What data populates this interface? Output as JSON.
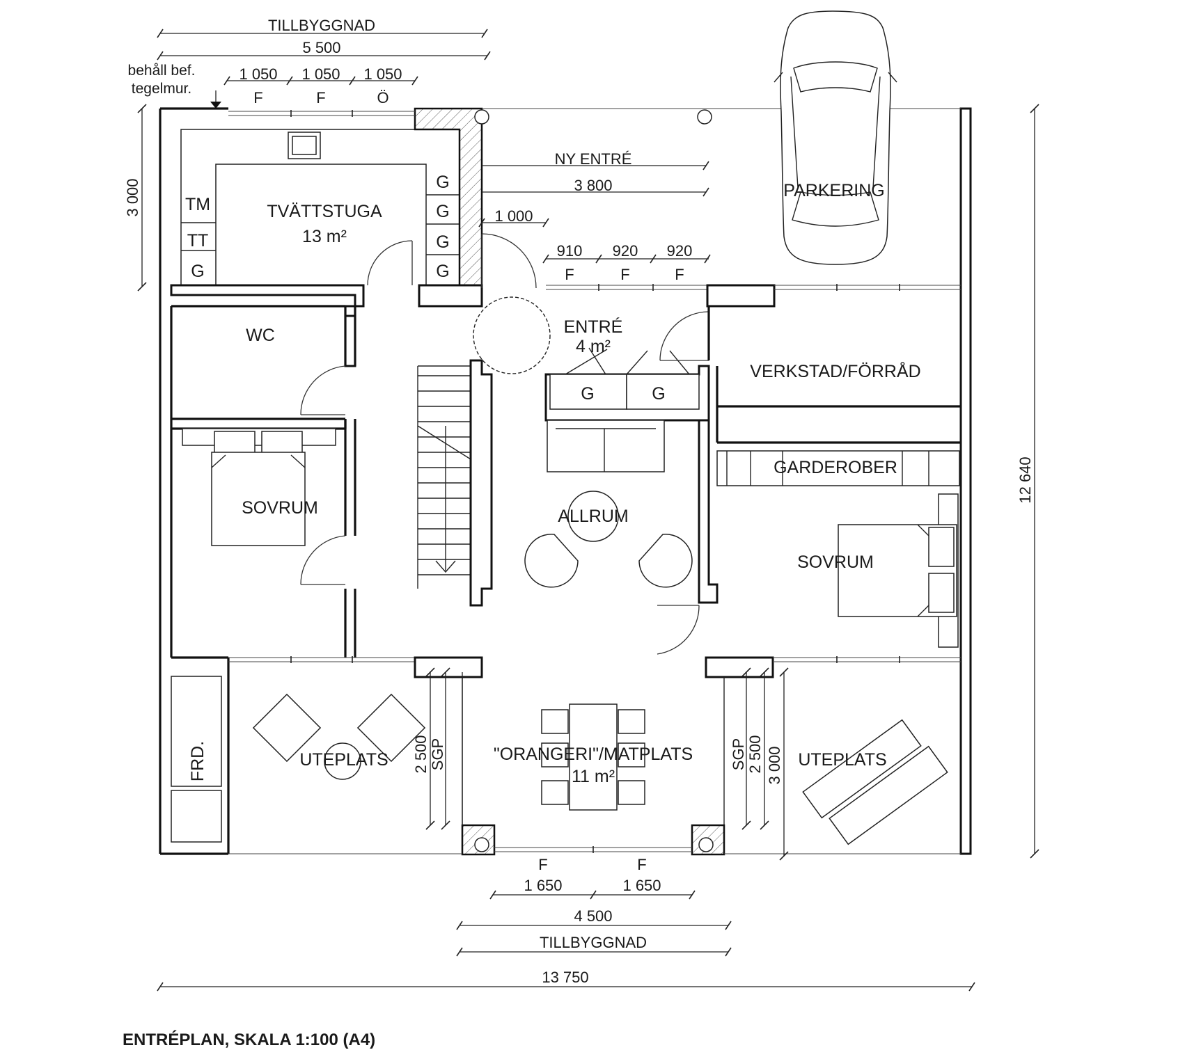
{
  "title": "ENTRÉPLAN, SKALA 1:100 (A4)",
  "rooms": {
    "tvattstuga": "TVÄTTSTUGA",
    "tvattstuga_area": "13 m²",
    "wc": "WC",
    "sovrum_left": "SOVRUM",
    "sovrum_right": "SOVRUM",
    "entre": "ENTRÉ",
    "entre_area": "4 m²",
    "allrum": "ALLRUM",
    "verkstad": "VERKSTAD/FÖRRÅD",
    "garderober": "GARDEROBER",
    "orangeri": "\"ORANGERI\"/MATPLATS",
    "orangeri_area": "11 m²",
    "uteplats_left": "UTEPLATS",
    "uteplats_right": "UTEPLATS",
    "parkering": "PARKERING",
    "frd": "FRD."
  },
  "appliances": {
    "tm": "TM",
    "tt": "TT",
    "g": "G"
  },
  "dimensions": {
    "tillbyggnad_top": "TILLBYGGNAD",
    "top_total": "5 500",
    "top_seg1": "1 050",
    "top_seg2": "1 050",
    "top_seg3": "1 050",
    "top_win1": "F",
    "top_win2": "F",
    "top_win3": "Ö",
    "note_line1": "behåll bef.",
    "note_line2": "tegelmur.",
    "left_vertical": "3 000",
    "ny_entre": "NY ENTRÉ",
    "ny_entre_length": "3 800",
    "entre_offset": "1 000",
    "mid_seg1": "910",
    "mid_seg2": "920",
    "mid_seg3": "920",
    "mid_win1": "F",
    "mid_win2": "F",
    "mid_win3": "F",
    "right_vertical": "12 640",
    "sgp_left": "SGP",
    "sgp_left_dim": "2 500",
    "sgp_right": "SGP",
    "sgp_right_dim": "2 500",
    "right_3000": "3 000",
    "bottom_win1": "F",
    "bottom_win2": "F",
    "bottom_seg1": "1 650",
    "bottom_seg2": "1 650",
    "bottom_total": "4 500",
    "tillbyggnad_bottom": "TILLBYGGNAD",
    "overall_width": "13 750"
  }
}
